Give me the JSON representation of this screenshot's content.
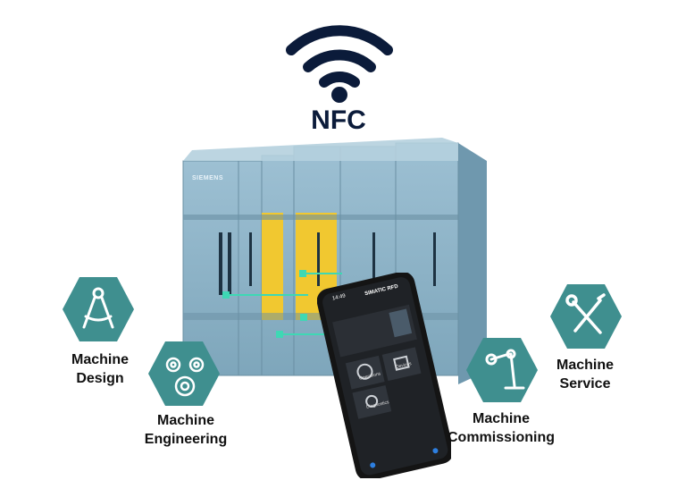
{
  "header": {
    "title": "NFC",
    "icon": "wifi-signal-icon"
  },
  "plc": {
    "brand": "SIEMENS"
  },
  "features": [
    {
      "line1": "Machine",
      "line2": "Design",
      "icon": "compass-drafting-icon"
    },
    {
      "line1": "Machine",
      "line2": "Engineering",
      "icon": "gears-icon"
    },
    {
      "line1": "Machine",
      "line2": "Commissioning",
      "icon": "robot-arm-icon"
    },
    {
      "line1": "Machine",
      "line2": "Service",
      "icon": "wrench-screwdriver-icon"
    }
  ],
  "phone": {
    "time": "14:49",
    "app_title": "SIMATIC RFD",
    "tiles": [
      "Operations",
      "Devices",
      "Diagnostics"
    ]
  },
  "colors": {
    "hex": "#3f8f8f",
    "accent": "#3ed8b4",
    "yellow": "#f1c830",
    "plc": "#8fb4c8",
    "title": "#0b1b3a"
  }
}
